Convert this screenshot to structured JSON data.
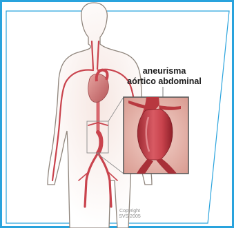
{
  "diagram": {
    "label_line1": "aneurisma",
    "label_line2": "aórtico abdominal",
    "copyright_line1": "Copyright",
    "copyright_line2": "SVS 2005"
  },
  "colors": {
    "frame": "#29a3dd",
    "body_outline": "#8f857c",
    "artery": "#c9434d",
    "artery_highlight": "#e88a90",
    "heart": "#c96f6e",
    "inset_bg": "#e9b7ae"
  }
}
